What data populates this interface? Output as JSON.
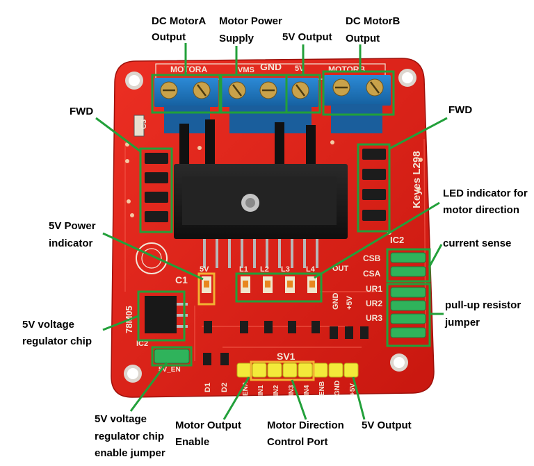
{
  "colors": {
    "board": "#e3221c",
    "board_dark": "#b9150f",
    "accent": "#22a03a",
    "highlight": "#f2b233",
    "terminal": "#1f78c8",
    "heatsink": "#1b1b1b",
    "header_pin": "#f3ea3a",
    "jumper": "#2fb35b"
  },
  "callouts": {
    "dc_motor_a": [
      "DC MotorA",
      "Output"
    ],
    "motor_power": [
      "Motor Power",
      "Supply"
    ],
    "out_5v_top": [
      "5V Output"
    ],
    "dc_motor_b": [
      "DC MotorB",
      "Output"
    ],
    "fwd_left": [
      "FWD"
    ],
    "fwd_right": [
      "FWD"
    ],
    "led_indicator": [
      "LED indicator for",
      "motor direction"
    ],
    "power_indicator": [
      "5V Power",
      "indicator"
    ],
    "current_sense": [
      "current sense"
    ],
    "pullup_jumper": [
      "pull-up resistor",
      "jumper"
    ],
    "regulator_chip": [
      "5V voltage",
      "regulator chip"
    ],
    "regulator_jumper": [
      "5V voltage",
      "regulator chip",
      "enable jumper"
    ],
    "motor_enable": [
      "Motor Output",
      "Enable"
    ],
    "direction_port": [
      "Motor Direction",
      "Control Port"
    ],
    "out_5v_bottom": [
      "5V Output"
    ]
  },
  "silkscreen": {
    "motora": "MOTORA",
    "motorb": "MOTORB",
    "vms": "VMS",
    "gnd": "GND",
    "v5": "5V",
    "brand": "Keyes L298",
    "c3": "C3",
    "c1": "C1",
    "ic2_right": "IC2",
    "ic2_left": "IC2",
    "reg": "78M05",
    "led_5v": "5V",
    "l1": "L1",
    "l2": "L2",
    "l3": "L3",
    "l4": "L4",
    "out": "OUT",
    "csb": "CSB",
    "csa": "CSA",
    "ur1": "UR1",
    "ur2": "UR2",
    "ur3": "UR3",
    "sv1": "SV1",
    "en5v": "5V_EN",
    "gnd_v": "GND",
    "plus5v": "+5V",
    "d1": "D1",
    "d2": "D2",
    "pins": [
      "ENA",
      "IN1",
      "IN2",
      "IN3",
      "IN4",
      "ENB",
      "GND",
      "+5V"
    ]
  }
}
